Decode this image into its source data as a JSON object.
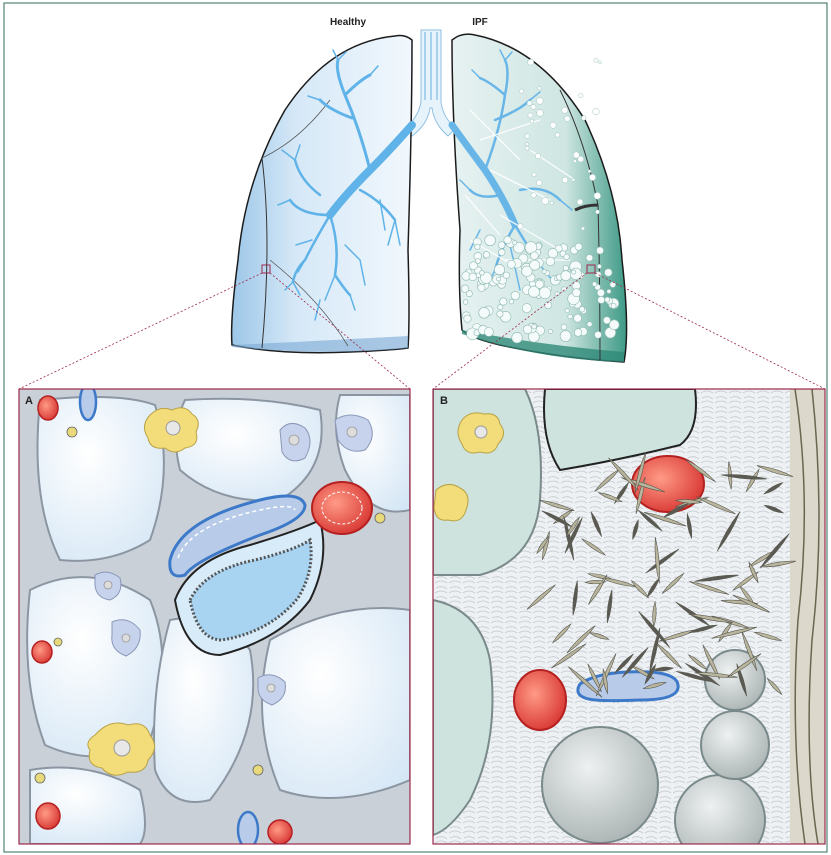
{
  "figure": {
    "title_healthy": "Healthy",
    "title_ipf": "IPF",
    "panel_a_label": "A",
    "panel_b_label": "B"
  },
  "colors": {
    "frame": "#2f6b5a",
    "panel_border": "#9c2a4a",
    "healthy_lung_fill": "#cfe3f4",
    "ipf_lung_fill": "#bfe0d8",
    "airway": "#5fb3e8",
    "alveolus": "#e8f2fb",
    "septum": "#c9ced6",
    "macrophage": "#f3dc7a",
    "blood_vessel_red": "#e8463f",
    "capillary_blue": "#3d79c9",
    "fibroblast": "#a7a08a",
    "honeycomb_cyst": "#cfd6d6"
  }
}
